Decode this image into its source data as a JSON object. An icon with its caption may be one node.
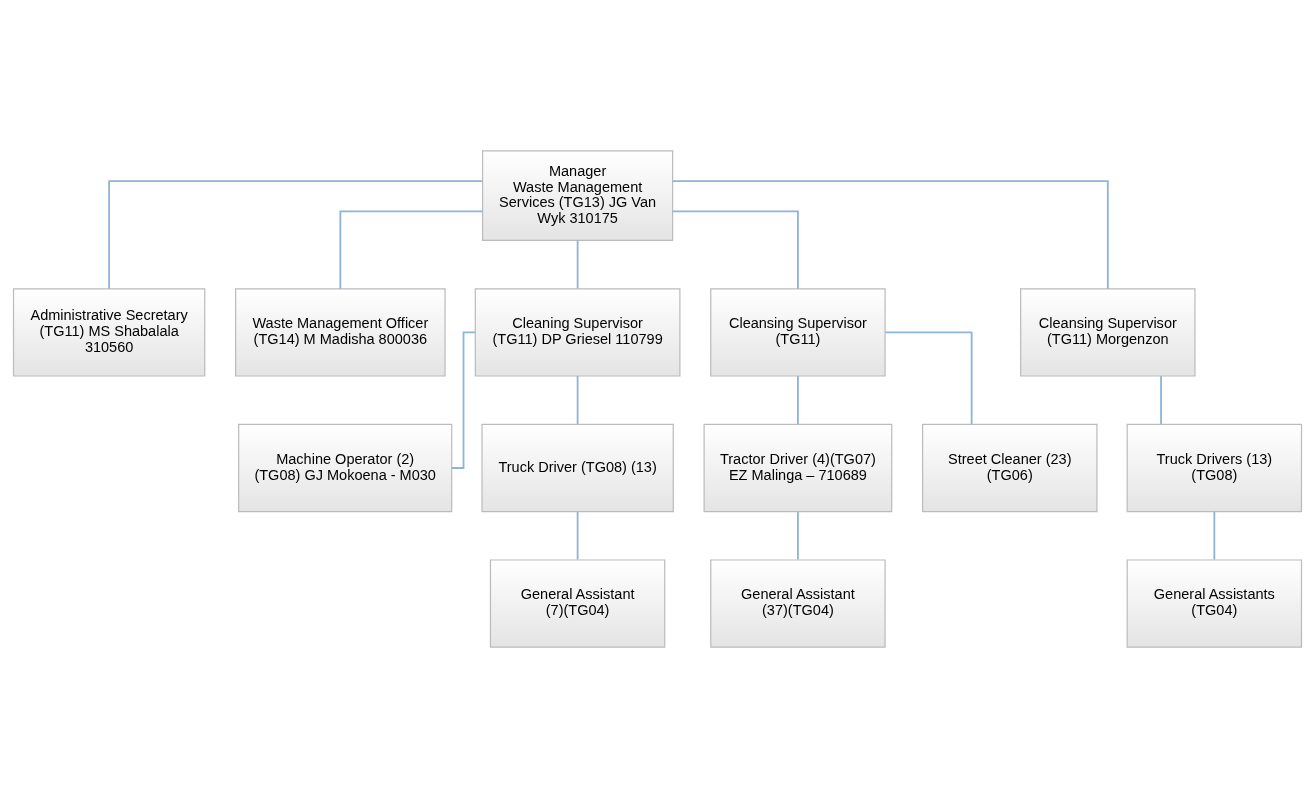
{
  "diagram": {
    "nodes": [
      {
        "text": [
          "Manager",
          "Waste Management Services (TG13) JG Van Wyk 310175"
        ]
      },
      {
        "text": [
          "Administrative Secretary (TG11) MS Shabalala 310560"
        ]
      },
      {
        "text": [
          "Waste Management Officer (TG14) M Madisha 800036"
        ]
      },
      {
        "text": [
          "Cleaning Supervisor (TG11) DP Griesel 110799"
        ]
      },
      {
        "text": [
          "Cleansing Supervisor (TG11)"
        ]
      },
      {
        "text": [
          "Cleansing Supervisor (TG11) Morgenzon"
        ]
      },
      {
        "text": [
          "Machine Operator (2) (TG08) GJ Mokoena - M030"
        ]
      },
      {
        "text": [
          "Truck Driver (TG08) (13)"
        ]
      },
      {
        "text": [
          "Tractor Driver (4)(TG07) EZ Malinga – 710689"
        ]
      },
      {
        "text": [
          "Street Cleaner (23) (TG06)"
        ]
      },
      {
        "text": [
          "Truck Drivers (13) (TG08)"
        ]
      },
      {
        "text": [
          "General Assistant (7)(TG04)"
        ]
      },
      {
        "text": [
          "General Assistant (37)(TG04)"
        ]
      },
      {
        "text": [
          "General Assistants (TG04)"
        ]
      }
    ],
    "edges": [
      {
        "from": 0,
        "to": 1,
        "arrow": "none"
      },
      {
        "from": 0,
        "to": 2,
        "arrow": "none"
      },
      {
        "from": 0,
        "to": 3,
        "arrow": "none"
      },
      {
        "from": 0,
        "to": 4,
        "arrow": "none"
      },
      {
        "from": 0,
        "to": 5,
        "arrow": "none"
      },
      {
        "from": 3,
        "to": 6,
        "arrow": "none"
      },
      {
        "from": 3,
        "to": 7,
        "arrow": "none"
      },
      {
        "from": 4,
        "to": 8,
        "arrow": "none"
      },
      {
        "from": 4,
        "to": 9,
        "arrow": "none"
      },
      {
        "from": 5,
        "to": 10,
        "arrow": "none"
      },
      {
        "from": 7,
        "to": 11,
        "arrow": "none"
      },
      {
        "from": 8,
        "to": 12,
        "arrow": "none"
      },
      {
        "from": 10,
        "to": 13,
        "arrow": "none"
      }
    ]
  }
}
